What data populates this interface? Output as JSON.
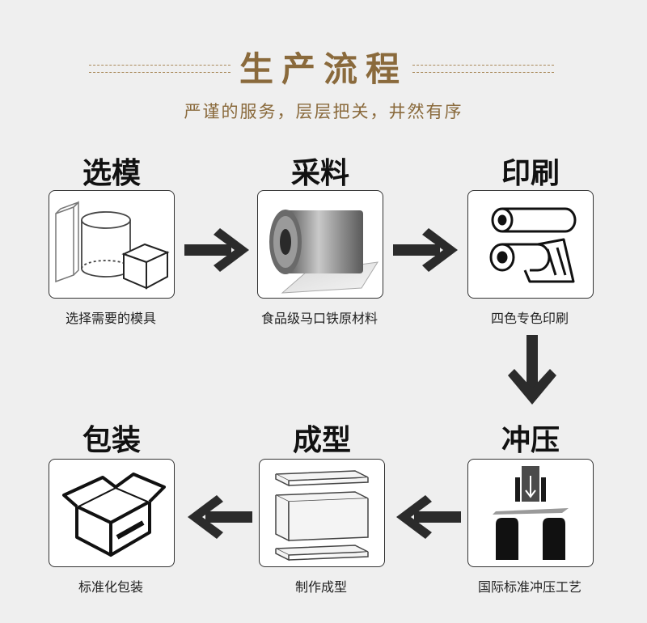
{
  "header": {
    "title": "生产流程",
    "subtitle": "严谨的服务，层层把关，井然有序"
  },
  "steps": [
    {
      "title": "选模",
      "caption": "选择需要的模具",
      "icon": "mold-shapes-icon"
    },
    {
      "title": "采料",
      "caption": "食品级马口铁原材料",
      "icon": "tinplate-coil-icon"
    },
    {
      "title": "印刷",
      "caption": "四色专色印刷",
      "icon": "printing-rollers-icon"
    },
    {
      "title": "冲压",
      "caption": "国际标准冲压工艺",
      "icon": "stamping-press-icon"
    },
    {
      "title": "成型",
      "caption": "制作成型",
      "icon": "tin-box-forming-icon"
    },
    {
      "title": "包装",
      "caption": "标准化包装",
      "icon": "packing-box-icon"
    }
  ],
  "colors": {
    "accent": "#8a6a3c",
    "arrow": "#2b2b2b",
    "background": "#efefef"
  }
}
